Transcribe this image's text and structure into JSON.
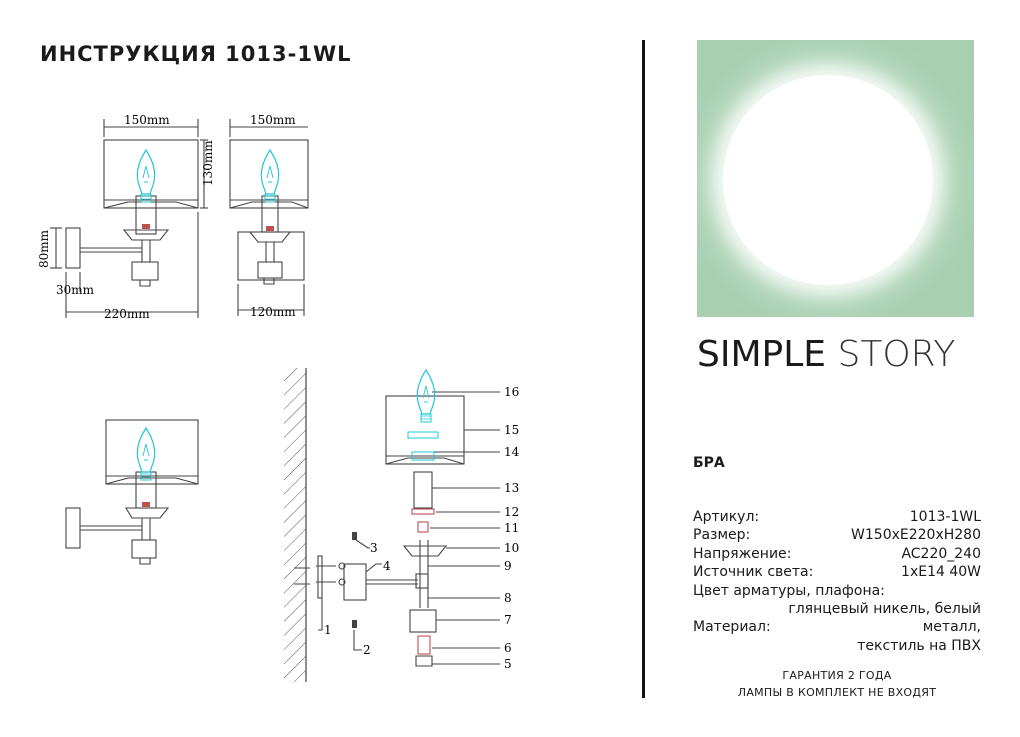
{
  "title": "ИНСТРУКЦИЯ 1013-1WL",
  "brand": {
    "part1": "SIMPLE",
    "part2": "STORY"
  },
  "product_type": "БРА",
  "specs": {
    "article_label": "Артикул:",
    "article_value": "1013-1WL",
    "size_label": "Размер:",
    "size_value": "W150xE220xH280",
    "voltage_label": "Напряжение:",
    "voltage_value": "AC220_240",
    "light_label": "Источник света:",
    "light_value": "1xE14 40W",
    "color_label": "Цвет арматуры, плафона:",
    "color_value": "глянцевый никель, белый",
    "material_label": "Материал:",
    "material_value": "металл,",
    "material_value2": "текстиль на ПВХ"
  },
  "footer": {
    "line1": "ГАРАНТИЯ 2 ГОДА",
    "line2": "ЛАМПЫ В КОМПЛЕКТ НЕ ВХОДЯТ"
  },
  "dims": {
    "w_front": "150mm",
    "w_side": "150mm",
    "h_shade": "130mm",
    "h_base": "80mm",
    "d_base": "30mm",
    "projection": "220mm",
    "base_w": "120mm"
  },
  "parts": [
    "16",
    "15",
    "14",
    "13",
    "12",
    "11",
    "10",
    "9",
    "8",
    "7",
    "6",
    "5",
    "4",
    "3",
    "2",
    "1"
  ],
  "colors": {
    "bulb": "#1ec8d8",
    "accent": "#c0504d",
    "line": "#444444",
    "photo_bg": "#a8cfb0"
  }
}
